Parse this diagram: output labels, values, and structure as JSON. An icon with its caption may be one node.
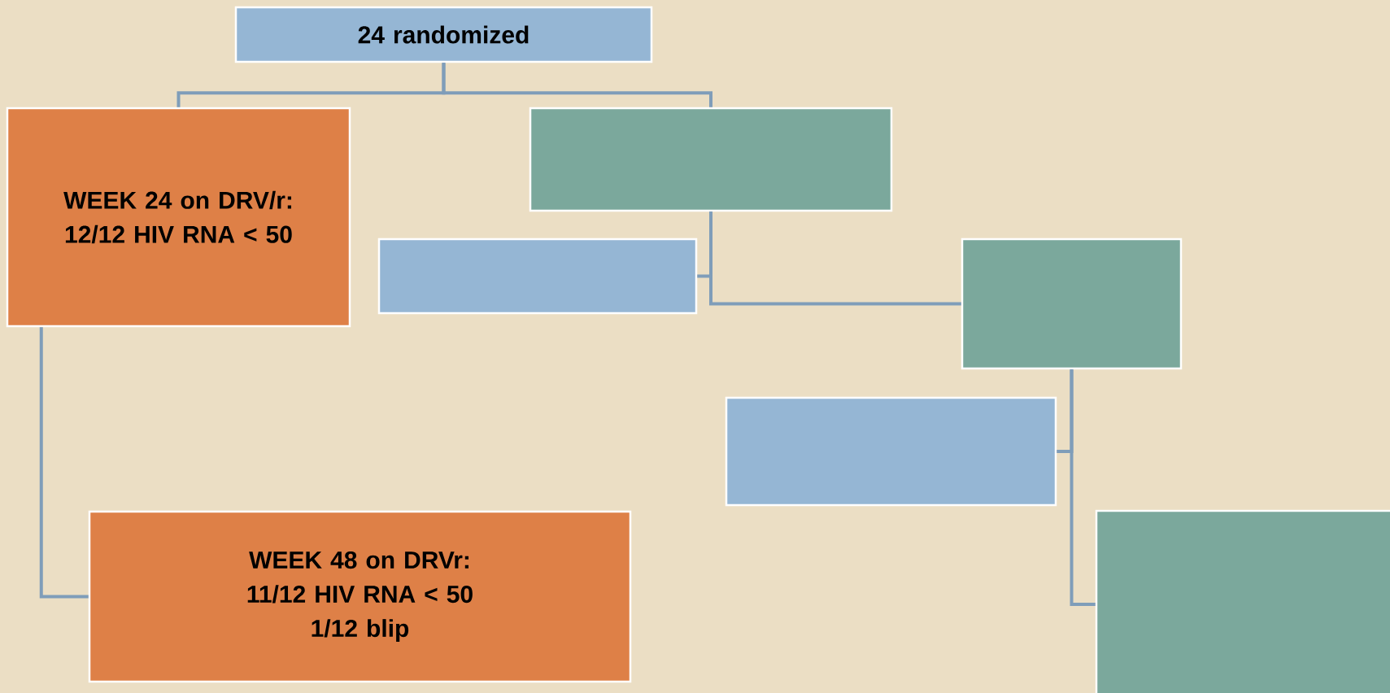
{
  "diagram": {
    "nodes": [
      {
        "text": [
          "24 randomized"
        ]
      },
      {
        "text": [
          "WEEK 24 on DRV/r:",
          "12/12 HIV RNA < 50"
        ]
      },
      {
        "text": [],
        "shape": "box"
      },
      {
        "text": [],
        "shape": "box"
      },
      {
        "text": [],
        "shape": "box"
      },
      {
        "text": [],
        "shape": "box"
      },
      {
        "text": [],
        "shape": "box"
      },
      {
        "text": [
          "WEEK 48 on DRVr:",
          "11/12 HIV RNA < 50",
          "1/12 blip"
        ]
      }
    ],
    "edges": [
      {
        "from": 0,
        "to": 1,
        "arrow": "none"
      },
      {
        "from": 0,
        "to": 2,
        "arrow": "none"
      },
      {
        "from": 2,
        "to": 3,
        "arrow": "none"
      },
      {
        "from": 2,
        "to": 4,
        "arrow": "none"
      },
      {
        "from": 4,
        "to": 5,
        "arrow": "none"
      },
      {
        "from": 4,
        "to": 6,
        "arrow": "none"
      },
      {
        "from": 1,
        "to": 7,
        "arrow": "none"
      }
    ]
  }
}
